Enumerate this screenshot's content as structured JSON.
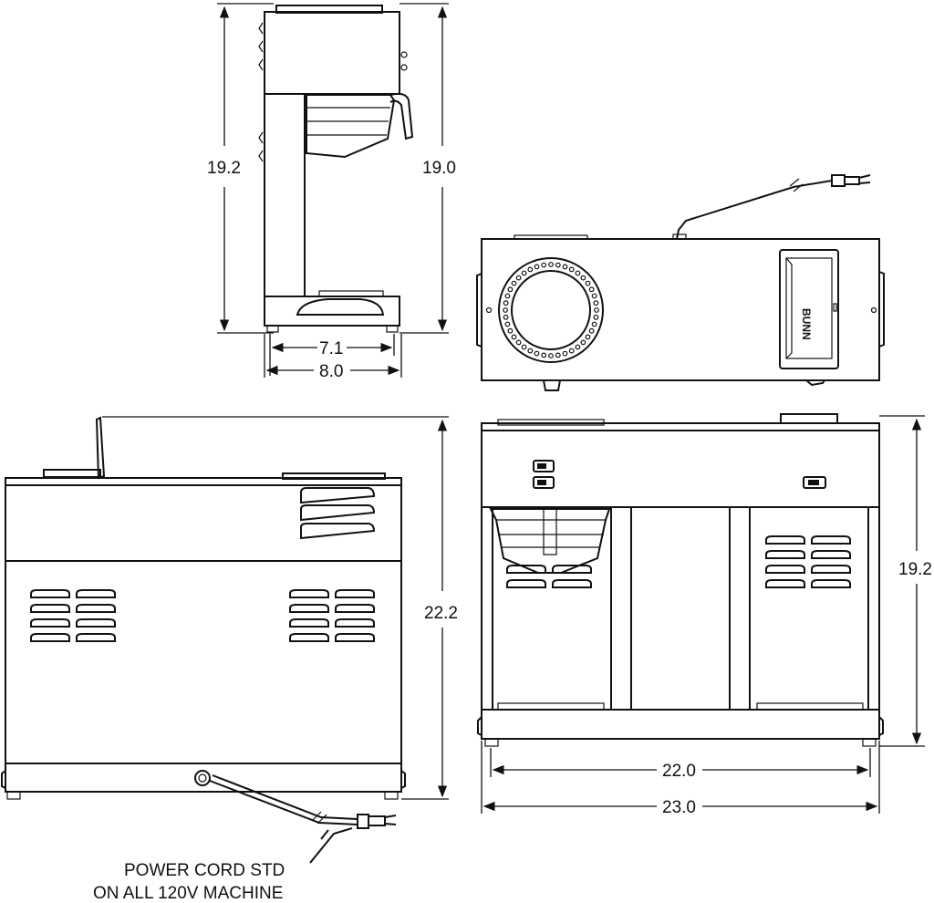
{
  "views": {
    "side_narrow": {
      "height_total": "19.2",
      "height_body": "19.0",
      "width_feet": "7.1",
      "width_body": "8.0"
    },
    "side_long": {
      "depth": "22.2"
    },
    "front": {
      "height": "19.2",
      "width_feet": "22.0",
      "width_total": "23.0"
    }
  },
  "note": {
    "line1": "POWER CORD STD",
    "line2": "ON ALL 120V MACHINE"
  },
  "brand_label": "BUNN"
}
